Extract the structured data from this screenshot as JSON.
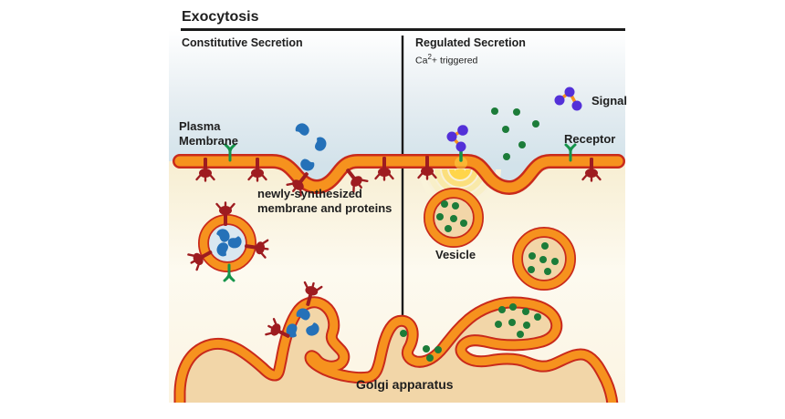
{
  "title": "Exocytosis",
  "sections": {
    "left": {
      "heading": "Constitutive Secretion"
    },
    "right": {
      "heading": "Regulated Secretion",
      "trigger_prefix": "Ca",
      "trigger_sup": "2",
      "trigger_suffix": "+ triggered"
    }
  },
  "labels": {
    "plasma_membrane": "Plasma\nMembrane",
    "newly_synthesized": "newly-synthesized\nmembrane and proteins",
    "signal": "Signal",
    "receptor": "Receptor",
    "vesicle": "Vesicle",
    "golgi": "Golgi apparatus"
  },
  "colors": {
    "membrane_orange": "#f6921e",
    "membrane_outline": "#c92a1b",
    "protein_red": "#9e1c20",
    "receptor_green": "#15944a",
    "cargo_green": "#1c7c39",
    "protein_blue": "#2571b8",
    "signal_purple": "#5330d8",
    "glow_yellow": "#ffd54a",
    "organelle_tan": "#f2d6a8",
    "vesicle_blue_interior": "#d9e7f0",
    "divider_black": "#1a1a1a",
    "extracellular_blue": "#d2e2ea",
    "cytoplasm_cream": "#f7eed2"
  }
}
